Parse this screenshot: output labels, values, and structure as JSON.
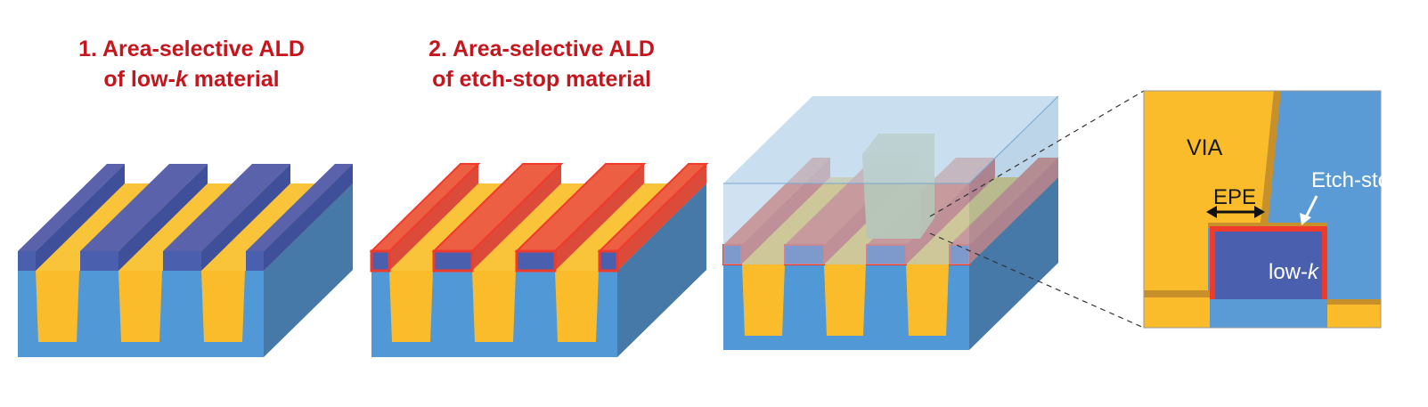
{
  "colors": {
    "substrate_front": "#5198d6",
    "substrate_side": "#4679a8",
    "substrate_top": "#5b9bd5",
    "metal": "#fbbc2b",
    "metal_top": "#f9c43a",
    "lowk_front": "#4a60ae",
    "lowk_top": "#5a62ab",
    "lowk_side": "#3f4f9a",
    "etchstop": "#f03a2b",
    "etchstop_top": "#ec5f43",
    "etchstop_side": "#dc4a3a",
    "cap_top": "#b7d4ea",
    "cap_front": "#a9cbe8",
    "cap_side": "#87b2d6",
    "via": "#c8bf82",
    "inset_bg": "#5b9bd5",
    "liner": "#c8902a",
    "title_red": "#c4161c",
    "dark_text": "#1a1a1a",
    "white_text": "#ffffff"
  },
  "titles": {
    "step1_line1": "1. Area-selective ALD",
    "step1_line2a": "of low-",
    "step1_line2k": "k",
    "step1_line2b": " material",
    "step2_line1": "2. Area-selective ALD",
    "step2_line2": "of etch-stop material"
  },
  "inset": {
    "via_label": "VIA",
    "epe_label": "EPE",
    "etchstop_label": "Etch-stop",
    "lowk_label_a": "low-",
    "lowk_label_k": "k"
  }
}
